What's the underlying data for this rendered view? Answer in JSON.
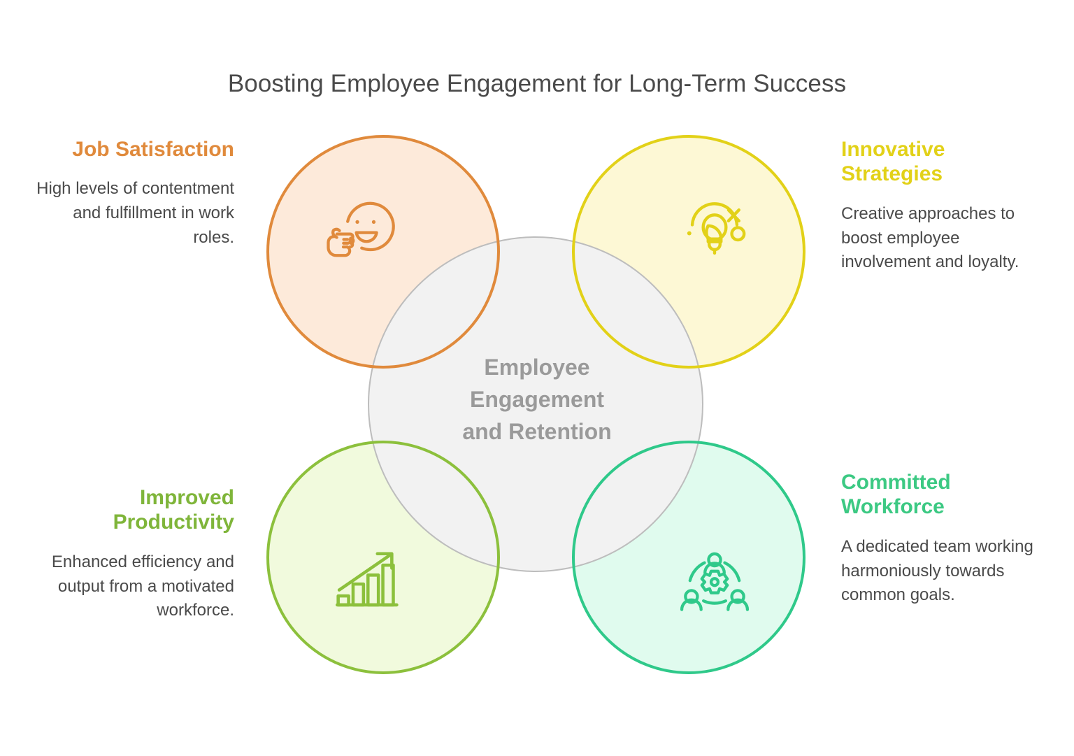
{
  "title": "Boosting Employee Engagement for Long-Term Success",
  "center": {
    "label": "Employee Engagement and Retention",
    "line1": "Employee",
    "line2": "Engagement",
    "line3": "and Retention",
    "fill": "#F2F2F2",
    "stroke": "#BDBDBD",
    "text_color": "#9A9A9A"
  },
  "quadrants": [
    {
      "id": "job-satisfaction",
      "heading": "Job Satisfaction",
      "body": "High levels of contentment and fulfillment in work roles.",
      "icon": "smiley-thumbs-up-icon",
      "stroke": "#E08A3C",
      "fill": "#FDEADA",
      "heading_color": "#E08A3C",
      "position": "top-left"
    },
    {
      "id": "innovative-strategies",
      "heading": "Innovative Strategies",
      "body": "Creative approaches to boost employee involvement and loyalty.",
      "icon": "lightbulb-idea-icon",
      "stroke": "#E2D118",
      "fill": "#FDF8D5",
      "heading_color": "#E2D118",
      "position": "top-right"
    },
    {
      "id": "improved-productivity",
      "heading": "Improved Productivity",
      "body": "Enhanced efficiency and output from a motivated workforce.",
      "icon": "growth-bar-chart-icon",
      "stroke": "#8CC03C",
      "fill": "#F1FADD",
      "heading_color": "#7FB53A",
      "position": "bottom-left"
    },
    {
      "id": "committed-workforce",
      "heading": "Committed Workforce",
      "body": "A dedicated team working harmoniously towards common goals.",
      "icon": "team-gear-icon",
      "stroke": "#2FC98A",
      "fill": "#E0FBEE",
      "heading_color": "#3CC983",
      "position": "bottom-right"
    }
  ],
  "background": "#FFFFFF"
}
